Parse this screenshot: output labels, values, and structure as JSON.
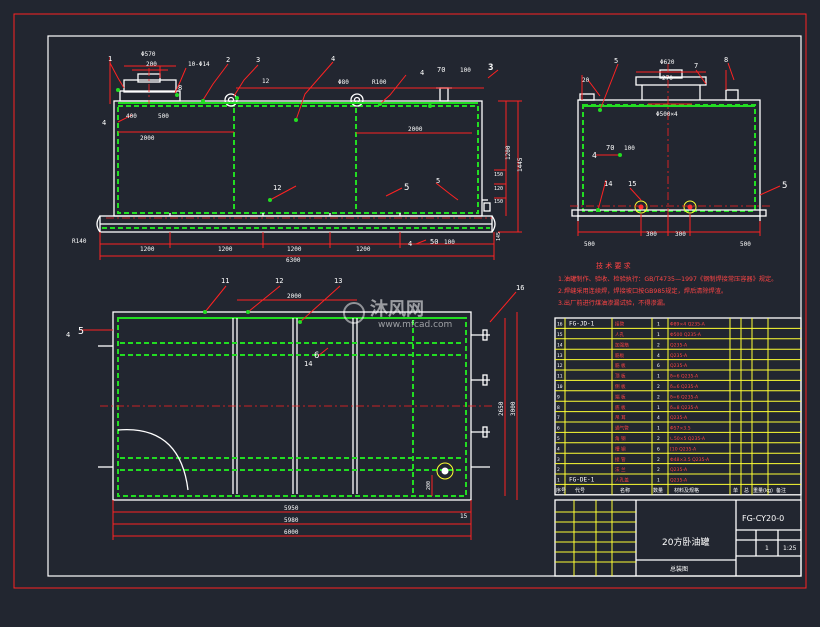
{
  "colors": {
    "background": "#222630",
    "frame": "#ff2222",
    "outline": "#ffffff",
    "hidden": "#22dd22",
    "dims": "#ff2222",
    "text_yellow": "#ffff55"
  },
  "front_view": {
    "top_dims": [
      "Φ570",
      "200",
      "10-Φ14",
      "12",
      "Φ80",
      "R100",
      "70",
      "100",
      "100",
      "2000",
      "2000"
    ],
    "callouts": [
      "1",
      "2",
      "3",
      "4",
      "8",
      "12",
      "4",
      "4",
      "3",
      "12",
      "5",
      "4",
      "5"
    ],
    "bottom_dims": [
      "R140",
      "1200",
      "1200",
      "1200",
      "1200",
      "50",
      "100",
      "6300"
    ],
    "right_dims": [
      "1200",
      "1445",
      "150",
      "120",
      "150",
      "145"
    ],
    "left_dims": [
      "400",
      "500"
    ]
  },
  "side_view": {
    "top_dims": [
      "Φ620",
      "270",
      "Φ500",
      "Φ500×4"
    ],
    "callouts": [
      "20",
      "5",
      "8",
      "7",
      "4",
      "14",
      "15",
      "5"
    ],
    "labels": [
      "4",
      "70",
      "100"
    ],
    "bottom_dims": [
      "500",
      "300",
      "300",
      "500"
    ]
  },
  "plan_view": {
    "callouts": [
      "11",
      "12",
      "13",
      "16",
      "5",
      "4",
      "6",
      "14"
    ],
    "dims": [
      "2000",
      "2650",
      "3000",
      "5950",
      "5980",
      "6000",
      "15",
      "200"
    ]
  },
  "notes": {
    "title": "技 术 要 求",
    "lines": [
      "1.油罐制作、验收、检验执行：GB/T4735—1997《钢制焊接常压容器》规定。",
      "2.焊缝采用连续焊，焊接坡口按GB985规定，焊后清除焊渣。",
      "3.出厂前进行煤油渗漏试验，不得渗漏。"
    ]
  },
  "watermark": {
    "name": "沐风网",
    "url": "www.mfcad.com"
  },
  "bom": {
    "rows": [
      {
        "no": "16",
        "code": "FG-JD-1",
        "name": "接管",
        "qty": "1",
        "mat": "Φ89×4 Q235-A"
      },
      {
        "no": "15",
        "code": "",
        "name": "人孔",
        "qty": "1",
        "mat": "Φ500 Q235-A"
      },
      {
        "no": "14",
        "code": "",
        "name": "加强筋",
        "qty": "2",
        "mat": "Q235-A"
      },
      {
        "no": "13",
        "code": "",
        "name": "筋板",
        "qty": "4",
        "mat": "Q235-A"
      },
      {
        "no": "12",
        "code": "",
        "name": "筋 板",
        "qty": "6",
        "mat": "Q235-A"
      },
      {
        "no": "11",
        "code": "",
        "name": "顶 板",
        "qty": "1",
        "mat": "δ=6 Q235-A"
      },
      {
        "no": "10",
        "code": "",
        "name": "侧 板",
        "qty": "2",
        "mat": "δ=6 Q235-A"
      },
      {
        "no": "9",
        "code": "",
        "name": "端 板",
        "qty": "2",
        "mat": "δ=6 Q235-A"
      },
      {
        "no": "8",
        "code": "",
        "name": "底 板",
        "qty": "1",
        "mat": "δ=8 Q235-A"
      },
      {
        "no": "7",
        "code": "",
        "name": "吊 耳",
        "qty": "4",
        "mat": "Q235-A"
      },
      {
        "no": "6",
        "code": "",
        "name": "通气管",
        "qty": "1",
        "mat": "Φ57×3.5"
      },
      {
        "no": "5",
        "code": "",
        "name": "角 钢",
        "qty": "2",
        "mat": "∟50×5 Q235-A"
      },
      {
        "no": "4",
        "code": "",
        "name": "槽 钢",
        "qty": "6",
        "mat": "[10 Q235-A"
      },
      {
        "no": "3",
        "code": "",
        "name": "接 管",
        "qty": "2",
        "mat": "Φ48×3.5 Q235-A"
      },
      {
        "no": "2",
        "code": "",
        "name": "法 兰",
        "qty": "2",
        "mat": "Q235-A"
      },
      {
        "no": "1",
        "code": "FG-DE-1",
        "name": "人孔盖",
        "qty": "1",
        "mat": "Q235-A"
      }
    ],
    "header": {
      "no": "序号",
      "code": "代号",
      "name": "名称",
      "qty": "数量",
      "mat": "材料及规格",
      "weight_single": "单",
      "weight_total": "总",
      "weight": "重量(kg)",
      "remark": "备注"
    }
  },
  "title_block": {
    "drawing_no": "FG-CY20-0",
    "title": "20方卧油罐",
    "subtitle": "总装图",
    "qty": "1",
    "scale": "1:25"
  }
}
